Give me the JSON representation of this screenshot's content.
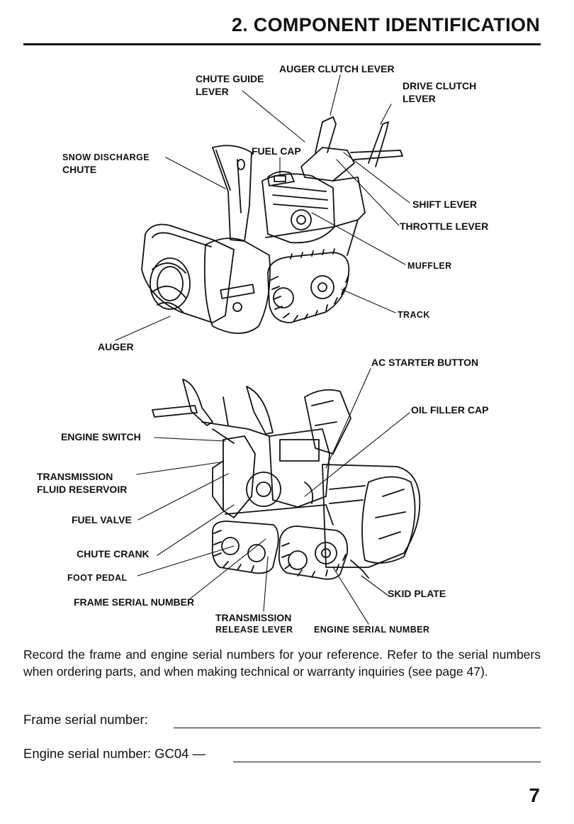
{
  "header": {
    "title": "2. COMPONENT IDENTIFICATION"
  },
  "figure_top": {
    "labels": {
      "auger_clutch_lever": "AUGER CLUTCH LEVER",
      "chute_guide_lever_1": "CHUTE GUIDE",
      "chute_guide_lever_2": "LEVER",
      "drive_clutch_lever_1": "DRIVE CLUTCH",
      "drive_clutch_lever_2": "LEVER",
      "fuel_cap": "FUEL CAP",
      "snow_discharge_chute_1": "SNOW DISCHARGE",
      "snow_discharge_chute_2": "CHUTE",
      "shift_lever": "SHIFT LEVER",
      "throttle_lever": "THROTTLE LEVER",
      "muffler": "MUFFLER",
      "track": "TRACK",
      "auger": "AUGER"
    }
  },
  "figure_bottom": {
    "labels": {
      "ac_starter_button": "AC STARTER BUTTON",
      "oil_filler_cap": "OIL FILLER CAP",
      "engine_switch": "ENGINE SWITCH",
      "transmission_fluid_reservoir_1": "TRANSMISSION",
      "transmission_fluid_reservoir_2": "FLUID RESERVOIR",
      "fuel_valve": "FUEL VALVE",
      "chute_crank": "CHUTE CRANK",
      "foot_pedal": "FOOT PEDAL",
      "frame_serial_number": "FRAME SERIAL NUMBER",
      "skid_plate": "SKID PLATE",
      "transmission_release_lever_1": "TRANSMISSION",
      "transmission_release_lever_2": "RELEASE LEVER",
      "engine_serial_number": "ENGINE SERIAL NUMBER"
    }
  },
  "body": {
    "note": "Record the frame and engine serial numbers for your reference. Refer to the serial numbers when ordering parts, and when making technical or warranty inquiries (see page 47).",
    "frame_serial_label": "Frame serial number:",
    "engine_serial_label": "Engine serial number: GC04 —"
  },
  "footer": {
    "page_number": "7"
  }
}
